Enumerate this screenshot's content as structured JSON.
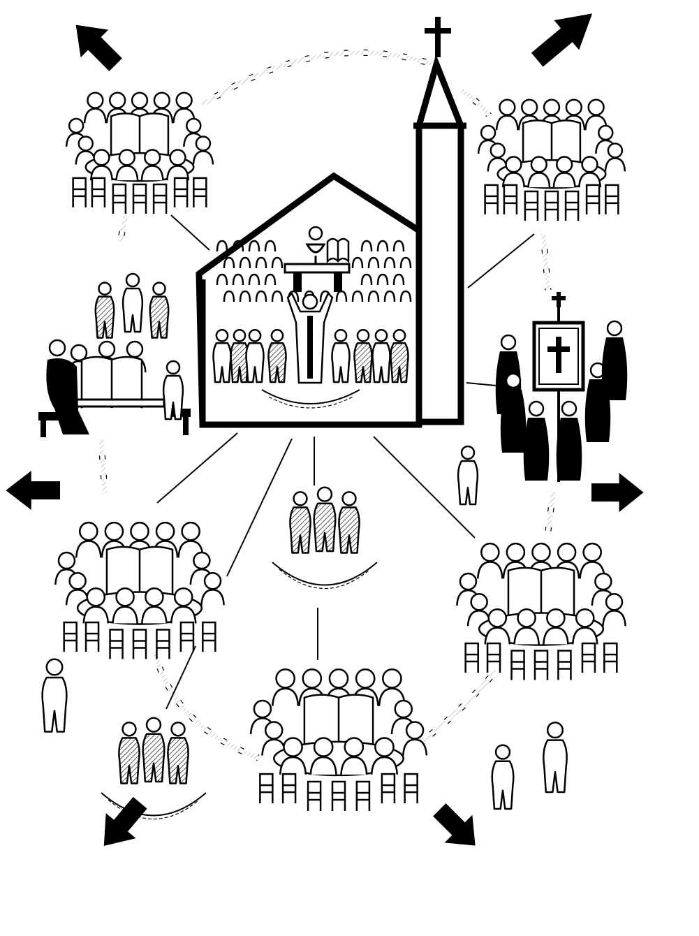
{
  "diagram": {
    "kind": "illustration",
    "colors": {
      "ink": "#000000",
      "paper": "#ffffff",
      "hatch": "#000000"
    },
    "center": {
      "name": "church",
      "contains": [
        "steeple-cross",
        "altar",
        "chalice",
        "open-book",
        "celebrant",
        "congregation"
      ]
    },
    "groups": [
      {
        "name": "bible-circle",
        "count": 5
      },
      {
        "name": "bible-table-group",
        "count": 1
      },
      {
        "name": "standing-trio",
        "count": 2
      },
      {
        "name": "banner-community",
        "count": 1
      }
    ],
    "arrows": [
      "up-left",
      "up-right",
      "left",
      "right",
      "down-left",
      "down-right"
    ],
    "links": [
      "solid",
      "dashed"
    ],
    "icons": [
      "cross-icon",
      "book-icon",
      "chalice-icon",
      "person-icon",
      "chair-icon",
      "arrow-icon"
    ]
  }
}
